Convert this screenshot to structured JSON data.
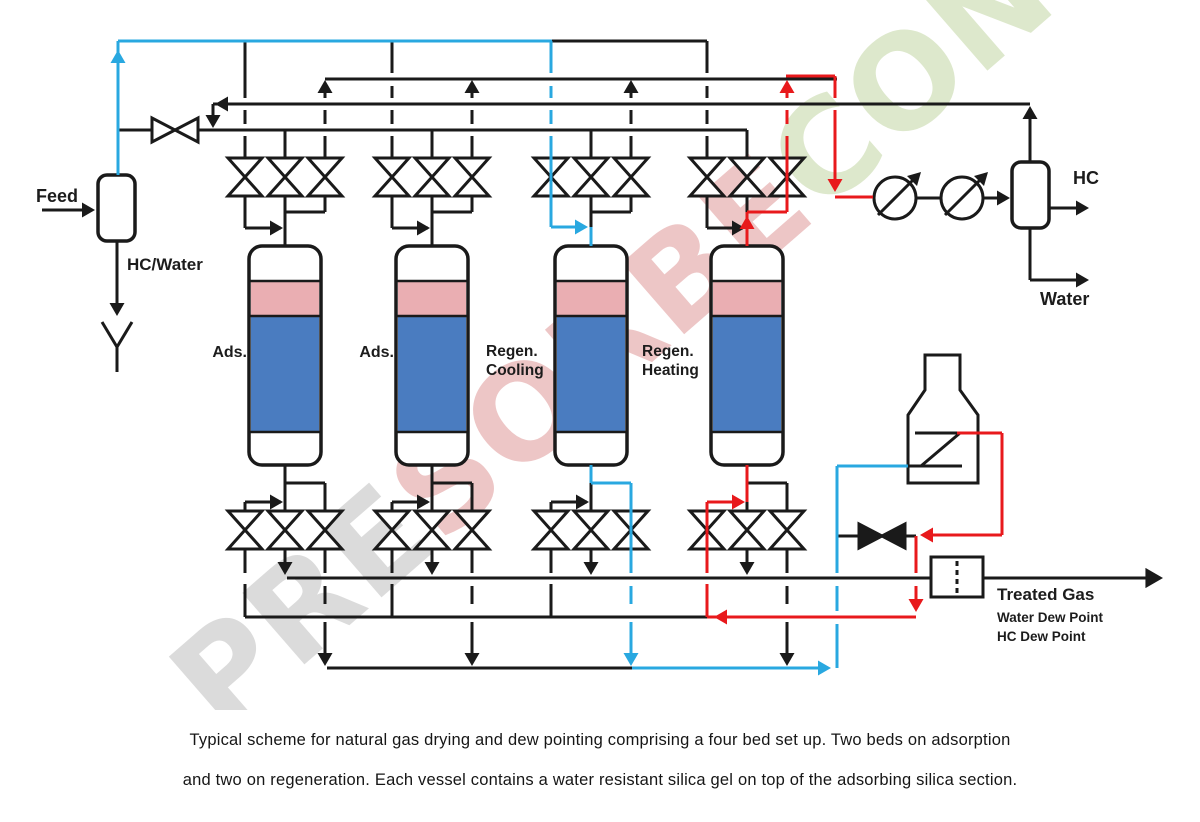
{
  "diagram": {
    "feed_label": "Feed",
    "feed_bottoms_label": "HC/Water",
    "vessels": [
      {
        "label": "Ads."
      },
      {
        "label": "Ads."
      },
      {
        "label": "Regen.\nCooling"
      },
      {
        "label": "Regen.\nHeating"
      }
    ],
    "outlets": {
      "hc": "HC",
      "water": "Water",
      "treated_gas": "Treated Gas",
      "water_dew_point": "Water Dew Point",
      "hc_dew_point": "HC Dew Point"
    }
  },
  "watermark": {
    "segments": [
      {
        "text": "PRE",
        "color": "#b9b9b9"
      },
      {
        "text": "SORBE",
        "color": "#dd8f8f"
      },
      {
        "text": "CON",
        "color": "#bcd29a"
      }
    ]
  },
  "caption": {
    "line1": "Typical scheme for natural gas drying and dew pointing comprising a four bed set up. Two beds on adsorption",
    "line2": "and two on regeneration. Each vessel contains a water resistant silica gel on top of the adsorbing silica section."
  },
  "colors": {
    "line": "#1a1a1a",
    "cool_stream": "#29a8e0",
    "hot_stream": "#e8191c",
    "bed_top_layer": "#eaaeb2",
    "bed_main_layer": "#4a7cc0"
  }
}
